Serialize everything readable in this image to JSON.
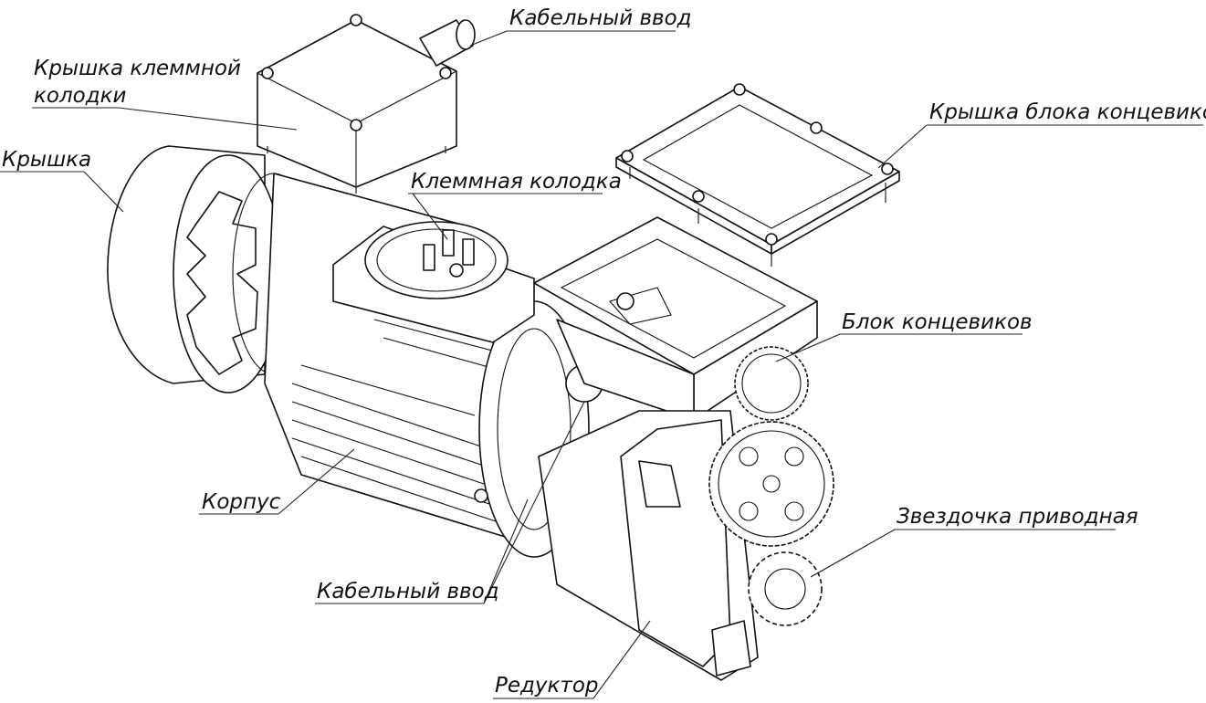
{
  "labels": {
    "cable_entry_top": "Кабельный ввод",
    "terminal_cover_line1": "Крышка клеммной",
    "terminal_cover_line2": "колодки",
    "cover": "Крышка",
    "terminal_block": "Клеммная колодка",
    "limit_switch_cover": "Крышка блока концевиков",
    "limit_switch_block": "Блок концевиков",
    "housing": "Корпус",
    "drive_sprocket": "Звездочка приводная",
    "cable_entry_bottom": "Кабельный ввод",
    "gearbox": "Редуктор"
  }
}
